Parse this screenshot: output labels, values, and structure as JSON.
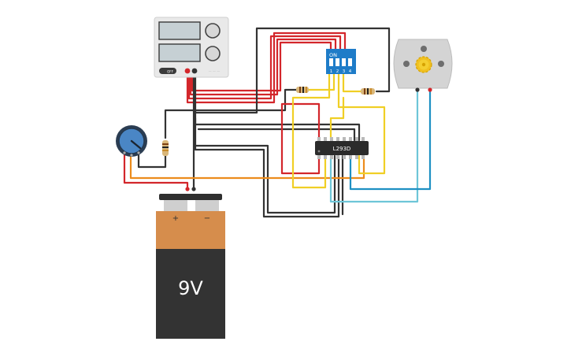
{
  "dip_switch": {
    "on_label": "ON",
    "numbers": [
      "1",
      "2",
      "3",
      "4"
    ]
  },
  "ic": {
    "label": "L293D"
  },
  "battery": {
    "plus_symbol": "+",
    "minus_symbol": "−",
    "voltage_label": "9V"
  },
  "power_supply": {
    "button_label": "OFF",
    "brand_label": "— — —"
  },
  "colors": {
    "red_wire": "#d3262b",
    "black_wire": "#333333",
    "yellow_wire": "#f0cf25",
    "orange_wire": "#ec8c1c",
    "cyan_wire": "#6ec6d8",
    "blue_wire": "#1e90c3",
    "dip_blue": "#1e7cc8",
    "battery_copper": "#d68d4c",
    "battery_body": "#333333"
  }
}
